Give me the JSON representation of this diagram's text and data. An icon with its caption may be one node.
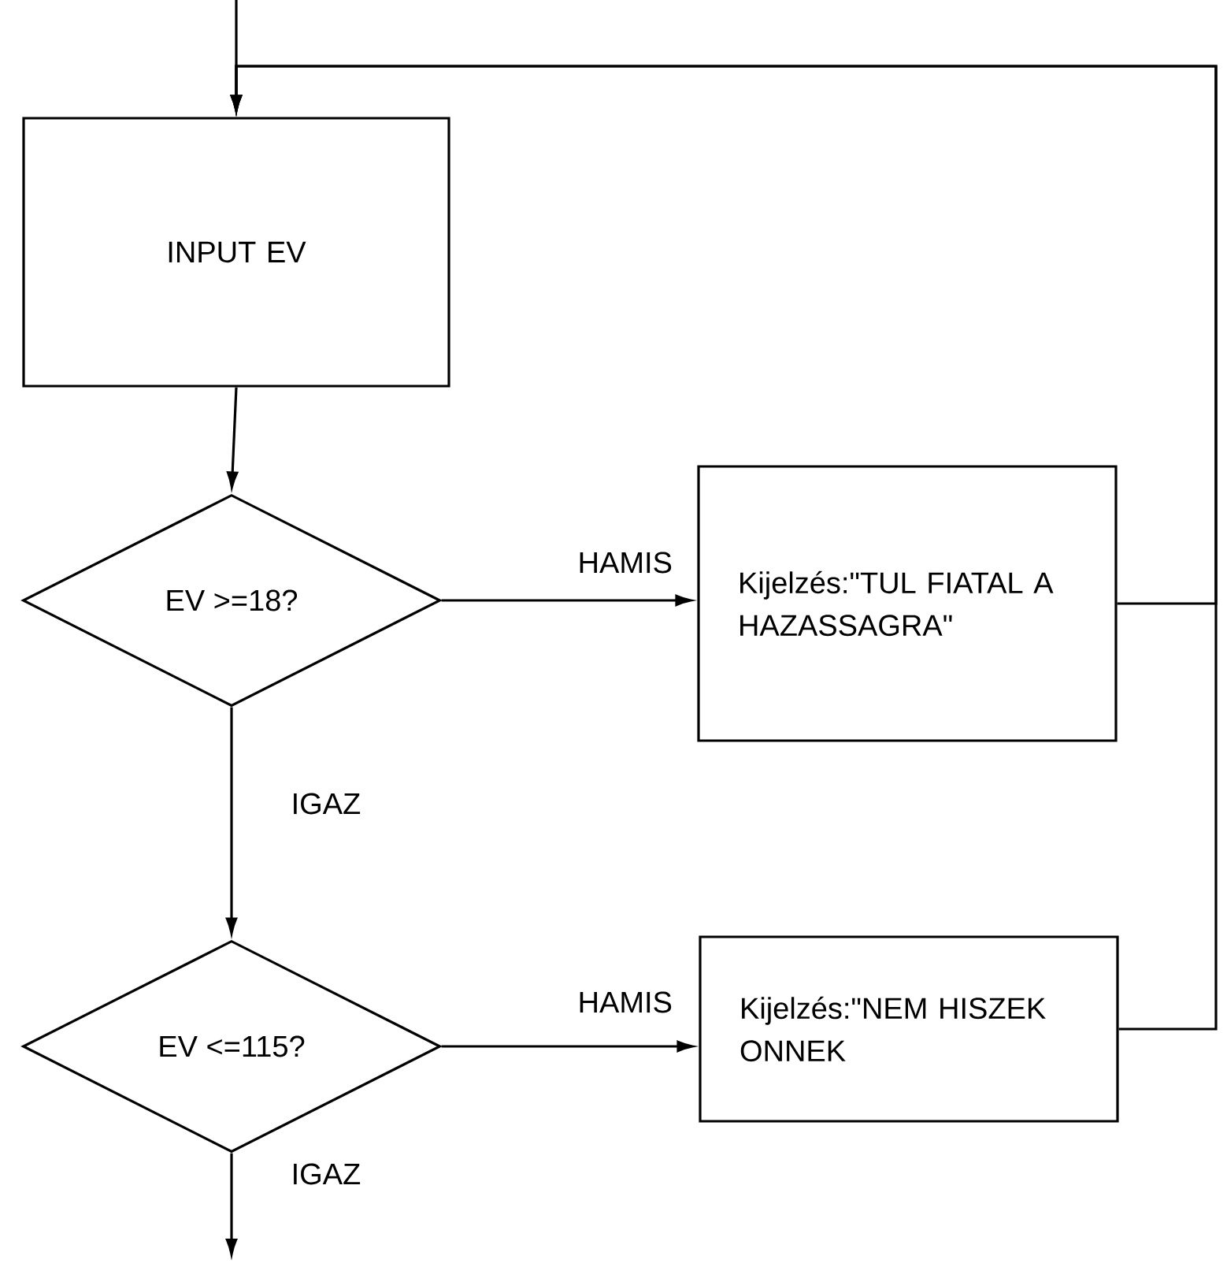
{
  "diagram": {
    "nodes": [
      {
        "text": [
          "INPUT EV"
        ]
      },
      {
        "text": [
          "EV >=18?"
        ]
      },
      {
        "text": [
          "Kijelzés:\"TUL FIATAL A HAZASSAGRA\""
        ]
      },
      {
        "text": [
          "EV <=115?"
        ]
      },
      {
        "text": [
          "Kijelzés:\"NEM HISZEK ONNEK"
        ]
      }
    ],
    "edges": [
      {
        "from": null,
        "to": 0,
        "arrow": "to"
      },
      {
        "from": 0,
        "to": 1,
        "arrow": "to"
      },
      {
        "from": 1,
        "to": 2,
        "arrow": "to",
        "label": "HAMIS"
      },
      {
        "from": 1,
        "to": 3,
        "arrow": "to",
        "label": "IGAZ"
      },
      {
        "from": 3,
        "to": 4,
        "arrow": "to",
        "label": "HAMIS"
      },
      {
        "from": 3,
        "to": null,
        "arrow": "to",
        "label": "IGAZ"
      },
      {
        "from": 2,
        "to": 0,
        "arrow": "to"
      },
      {
        "from": 4,
        "to": 0,
        "arrow": "to"
      }
    ]
  }
}
